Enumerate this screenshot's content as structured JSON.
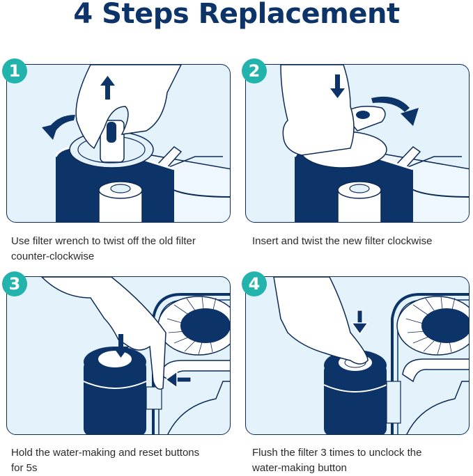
{
  "title": "4 Steps Replacement",
  "colors": {
    "title": "#0d3468",
    "badge": "#22b3ad",
    "panel_bg": "#e4f2fc",
    "navy": "#0d3468",
    "outline": "#0d2a55"
  },
  "steps": [
    {
      "number": "1",
      "caption_line1": "Use filter wrench to twist off the old filter",
      "caption_line2": "counter-clockwise",
      "arrows": [
        "up-arrow",
        "counter-clockwise-arrow"
      ]
    },
    {
      "number": "2",
      "caption_line1": "Insert and twist the new filter clockwise",
      "caption_line2": "",
      "arrows": [
        "down-arrow",
        "clockwise-arrow"
      ]
    },
    {
      "number": "3",
      "caption_line1": "Hold the water-making and reset buttons",
      "caption_line2": "for 5s",
      "arrows": [
        "down-arrow",
        "left-arrow"
      ]
    },
    {
      "number": "4",
      "caption_line1": "Flush the filter 3 times to unclock the",
      "caption_line2": "water-making button",
      "arrows": [
        "down-arrow"
      ]
    }
  ]
}
